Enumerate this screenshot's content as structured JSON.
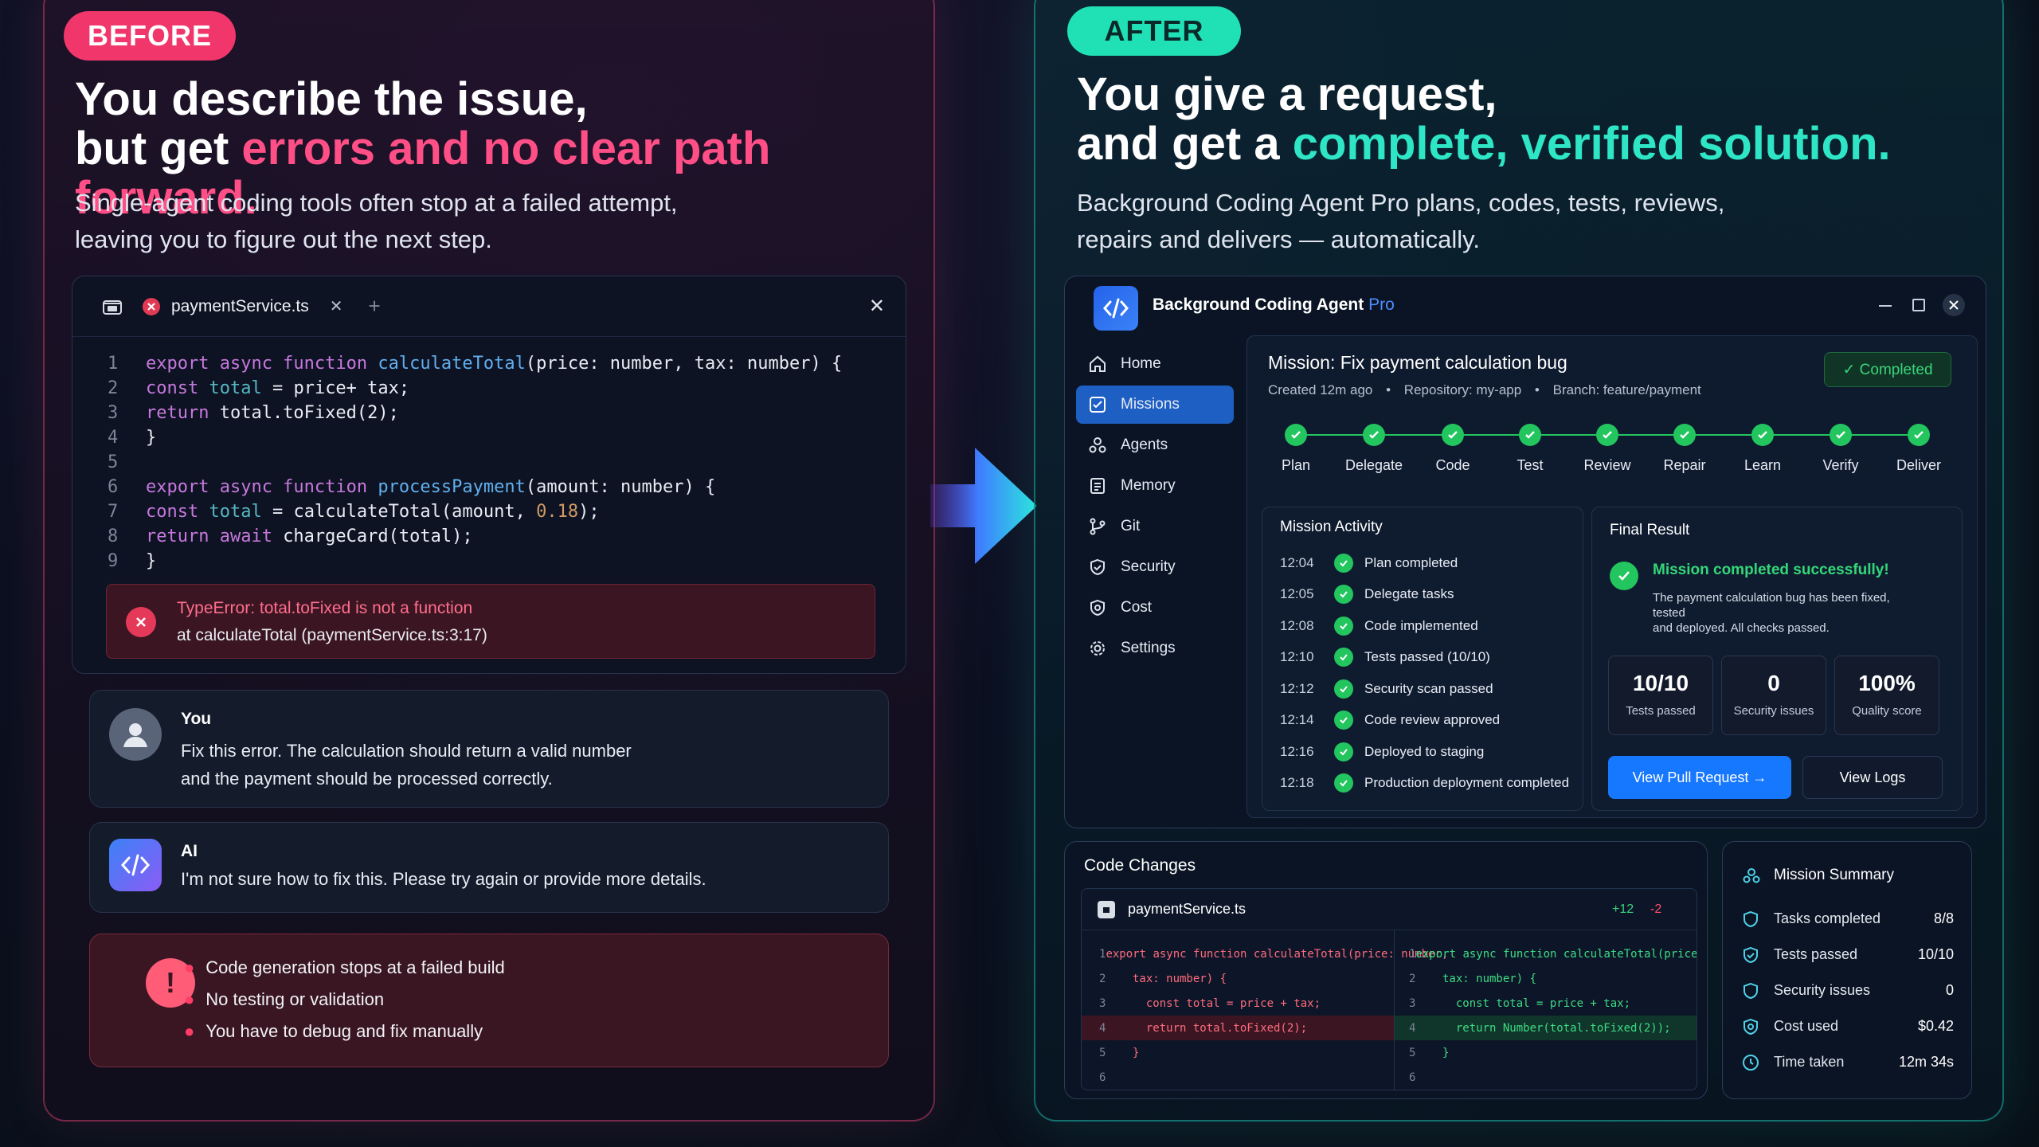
{
  "before": {
    "badge": "BEFORE",
    "headline_line1": "You describe the issue,",
    "headline_line2_prefix": "but get ",
    "headline_line2_highlight": "errors and no clear path forward.",
    "subtext_line1": "Single-agent coding tools often stop at a failed attempt,",
    "subtext_line2": "leaving you to figure out the next step.",
    "editor": {
      "tab_name": "paymentService.ts",
      "plus": "+",
      "close": "✕",
      "line_numbers": [
        "1",
        "2",
        "3",
        "4",
        "5",
        "6",
        "7",
        "8",
        "9"
      ],
      "error_message": "TypeError: total.toFixed is not a function",
      "error_location": "at calculateTotal (paymentService.ts:3:17)"
    },
    "user_message": {
      "author": "You",
      "line1": "Fix this error. The calculation should return a valid number",
      "line2": "and the payment should be processed correctly."
    },
    "ai_message": {
      "author": "AI",
      "text": "I'm not sure how to fix this. Please try again or provide more details."
    },
    "issues": [
      "Code generation stops at a failed build",
      "No testing or validation",
      "You have to debug and fix manually"
    ],
    "colors": {
      "accent": "#ff4f86"
    }
  },
  "after": {
    "badge": "AFTER",
    "headline_line1": "You give a request,",
    "headline_line2_prefix": "and get a ",
    "headline_line2_highlight": "complete, verified solution.",
    "subtext_line1": "Background Coding Agent Pro plans, codes, tests, reviews,",
    "subtext_line2": "repairs and delivers — automatically.",
    "app": {
      "title": "Background Coding Agent",
      "title_suffix": "Pro",
      "nav": [
        {
          "label": "Home",
          "icon": "home-icon"
        },
        {
          "label": "Missions",
          "icon": "missions-icon"
        },
        {
          "label": "Agents",
          "icon": "agents-icon"
        },
        {
          "label": "Memory",
          "icon": "memory-icon"
        },
        {
          "label": "Git",
          "icon": "git-branch-icon"
        },
        {
          "label": "Security",
          "icon": "shield-icon"
        },
        {
          "label": "Cost",
          "icon": "cost-icon"
        },
        {
          "label": "Settings",
          "icon": "gear-icon"
        }
      ],
      "mission": {
        "title": "Mission: Fix payment calculation bug",
        "status": "✓ Completed",
        "created": "Created 12m ago",
        "repository": "Repository: my-app",
        "branch": "Branch: feature/payment",
        "steps": [
          "Plan",
          "Delegate",
          "Code",
          "Test",
          "Review",
          "Repair",
          "Learn",
          "Verify",
          "Deliver"
        ]
      },
      "activity": {
        "title": "Mission Activity",
        "items": [
          {
            "time": "12:04",
            "text": "Plan completed"
          },
          {
            "time": "12:05",
            "text": "Delegate tasks"
          },
          {
            "time": "12:08",
            "text": "Code implemented"
          },
          {
            "time": "12:10",
            "text": "Tests passed (10/10)"
          },
          {
            "time": "12:12",
            "text": "Security scan passed"
          },
          {
            "time": "12:14",
            "text": "Code review approved"
          },
          {
            "time": "12:16",
            "text": "Deployed to staging"
          },
          {
            "time": "12:18",
            "text": "Production deployment completed"
          }
        ]
      },
      "final_result": {
        "title": "Final Result",
        "success": "Mission completed successfully!",
        "desc_line1": "The payment calculation bug has been fixed,",
        "desc_line2": "tested",
        "desc_line3": "and deployed. All checks passed.",
        "stats": [
          {
            "value": "10/10",
            "label": "Tests passed"
          },
          {
            "value": "0",
            "label": "Security issues"
          },
          {
            "value": "100%",
            "label": "Quality score"
          }
        ],
        "primary_button": "View Pull Request →",
        "secondary_button": "View Logs"
      },
      "code_changes": {
        "title": "Code Changes",
        "file": "paymentService.ts",
        "added": "+12",
        "removed": "-2",
        "left_line_numbers": [
          "1",
          "2",
          "3",
          "4",
          "5",
          "6"
        ],
        "right_line_numbers": [
          "1",
          "2",
          "3",
          "4",
          "5",
          "6"
        ]
      },
      "summary": {
        "title": "Mission Summary",
        "rows": [
          {
            "label": "Tasks completed",
            "value": "8/8"
          },
          {
            "label": "Tests passed",
            "value": "10/10"
          },
          {
            "label": "Security issues",
            "value": "0"
          },
          {
            "label": "Cost used",
            "value": "$0.42"
          },
          {
            "label": "Time taken",
            "value": "12m 34s"
          }
        ]
      }
    },
    "colors": {
      "accent": "#2ee6c5",
      "primary": "#1677ff",
      "success": "#22c55e"
    }
  }
}
